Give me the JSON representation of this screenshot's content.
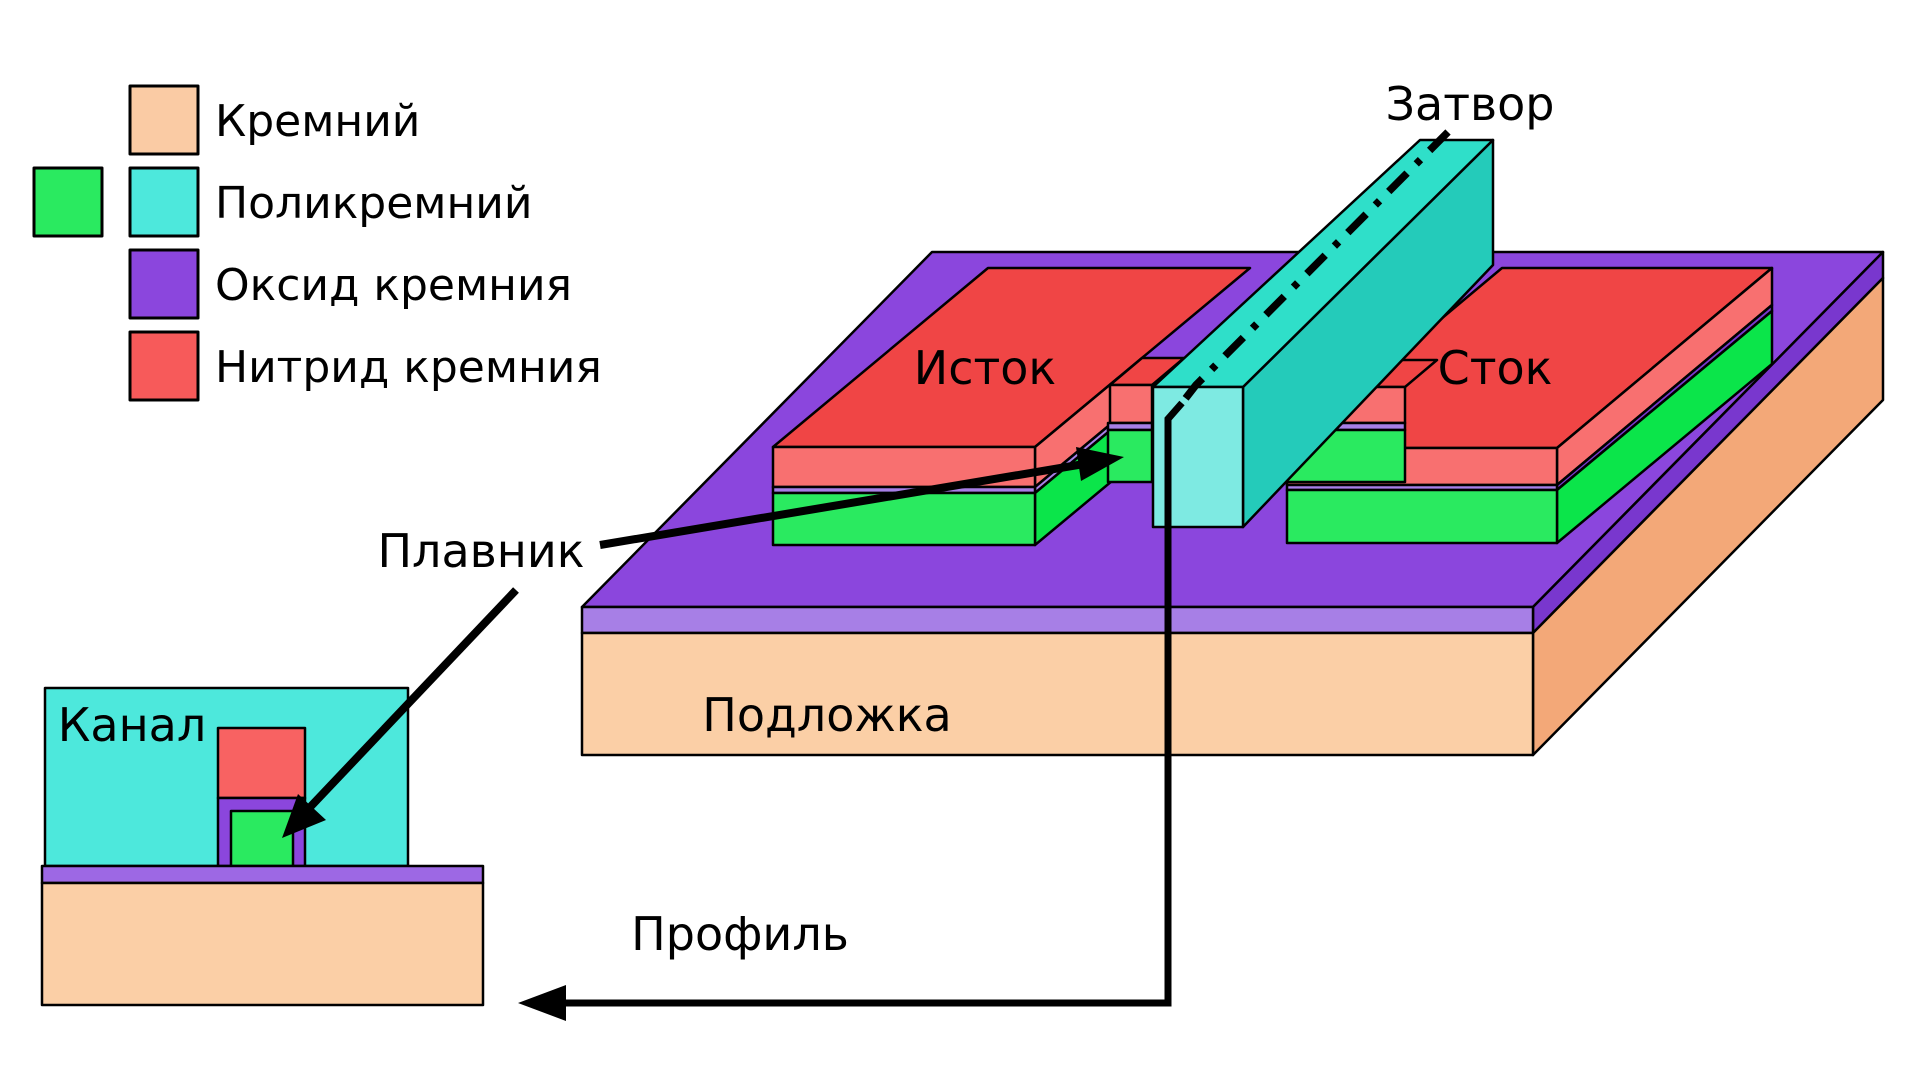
{
  "diagram_title": "FinFET 3D structure diagram",
  "legend": {
    "items": [
      {
        "label": "Кремний",
        "swatches": [
          "silicon_legend"
        ]
      },
      {
        "label": "Поликремний",
        "swatches": [
          "poly_green",
          "poly_cyan"
        ]
      },
      {
        "label": "Оксид кремния",
        "swatches": [
          "oxide"
        ]
      },
      {
        "label": "Нитрид кремния",
        "swatches": [
          "nitride_legend"
        ]
      }
    ]
  },
  "labels": {
    "gate": "Затвор",
    "source": "Исток",
    "drain": "Сток",
    "substrate": "Подложка",
    "fin": "Плавник",
    "channel": "Канал",
    "profile": "Профиль"
  },
  "colors": {
    "silicon_legend": "#FACBA4",
    "silicon_front": "#FBCFA6",
    "silicon_side": "#F3A878",
    "poly_green": "#2AEA60",
    "poly_green_side": "#0BE54A",
    "poly_cyan": "#4DE8DC",
    "gate_front": "#7EEAE2",
    "gate_top": "#2FDFC9",
    "gate_side": "#24CBBA",
    "oxide": "#8B46DD",
    "oxide_light": "#A77FE6",
    "oxide_dark": "#7937CE",
    "oxide_inset_strip": "#9D68E4",
    "nitride_legend": "#F75A5A",
    "nitride_top": "#F04545",
    "nitride_front": "#F87070",
    "nitride_inset": "#F86262",
    "line": "#000000"
  }
}
